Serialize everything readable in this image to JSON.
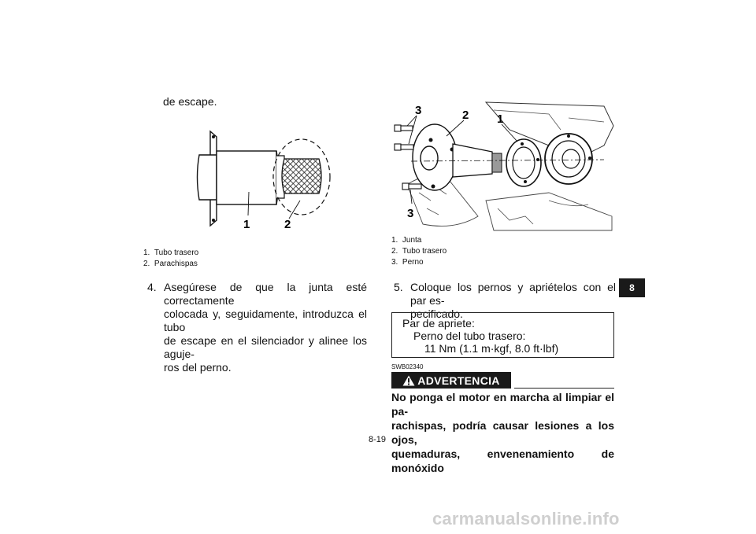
{
  "continued_text": "de escape.",
  "figure_left": {
    "callouts": [
      "1",
      "2"
    ],
    "captions": [
      {
        "num": "1.",
        "text": "Tubo trasero"
      },
      {
        "num": "2.",
        "text": "Parachispas"
      }
    ]
  },
  "figure_right": {
    "callouts": [
      "3",
      "2",
      "1",
      "3"
    ],
    "captions": [
      {
        "num": "1.",
        "text": "Junta"
      },
      {
        "num": "2.",
        "text": "Tubo trasero"
      },
      {
        "num": "3.",
        "text": "Perno"
      }
    ]
  },
  "steps": [
    {
      "num": "4.",
      "lines": [
        "Asegúrese de que la junta esté correctamente",
        "colocada y, seguidamente, introduzca el tubo",
        "de escape en el silenciador y alinee los aguje-",
        "ros del perno."
      ]
    },
    {
      "num": "5.",
      "lines": [
        "Coloque los pernos y apriételos con el par es-",
        "pecificado."
      ]
    }
  ],
  "spec": {
    "line1": "Par de apriete:",
    "line2": "Perno del tubo trasero:",
    "line3": "11 Nm (1.1 m·kgf, 8.0 ft·lbf)"
  },
  "warning_code": "SWB02340",
  "warning_title": "ADVERTENCIA",
  "warning_lines": [
    "No ponga el motor en marcha al limpiar el pa-",
    "rachispas, podría causar lesiones a los ojos,",
    "quemaduras, envenenamiento de monóxido"
  ],
  "page_number": "8-19",
  "section_tab": "8",
  "watermark": "carmanualsonline.info"
}
